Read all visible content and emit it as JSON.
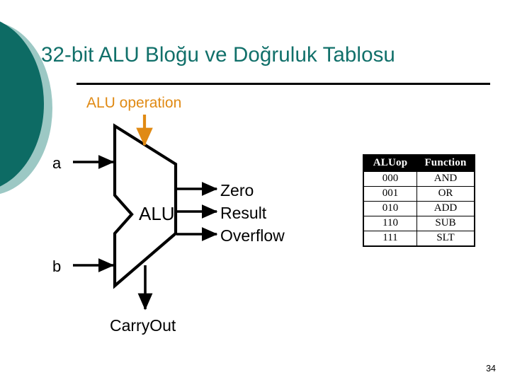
{
  "slide": {
    "title": "32-bit ALU Bloğu ve Doğruluk Tablosu",
    "page_number": "34",
    "title_color": "#11706a",
    "accent_orange": "#e08a14",
    "deco_dark_teal": "#0d6b64",
    "deco_light_teal": "#9cc8c4"
  },
  "diagram": {
    "block_label": "ALU",
    "control_label": "ALU operation",
    "inputs": [
      {
        "name": "input-a",
        "label": "a"
      },
      {
        "name": "input-b",
        "label": "b"
      }
    ],
    "outputs": [
      {
        "name": "output-zero",
        "label": "Zero"
      },
      {
        "name": "output-result",
        "label": "Result"
      },
      {
        "name": "output-overflow",
        "label": "Overflow"
      }
    ],
    "carry_out_label": "CarryOut"
  },
  "truth_table": {
    "headers": [
      "ALUop",
      "Function"
    ],
    "rows": [
      [
        "000",
        "AND"
      ],
      [
        "001",
        "OR"
      ],
      [
        "010",
        "ADD"
      ],
      [
        "110",
        "SUB"
      ],
      [
        "111",
        "SLT"
      ]
    ]
  }
}
